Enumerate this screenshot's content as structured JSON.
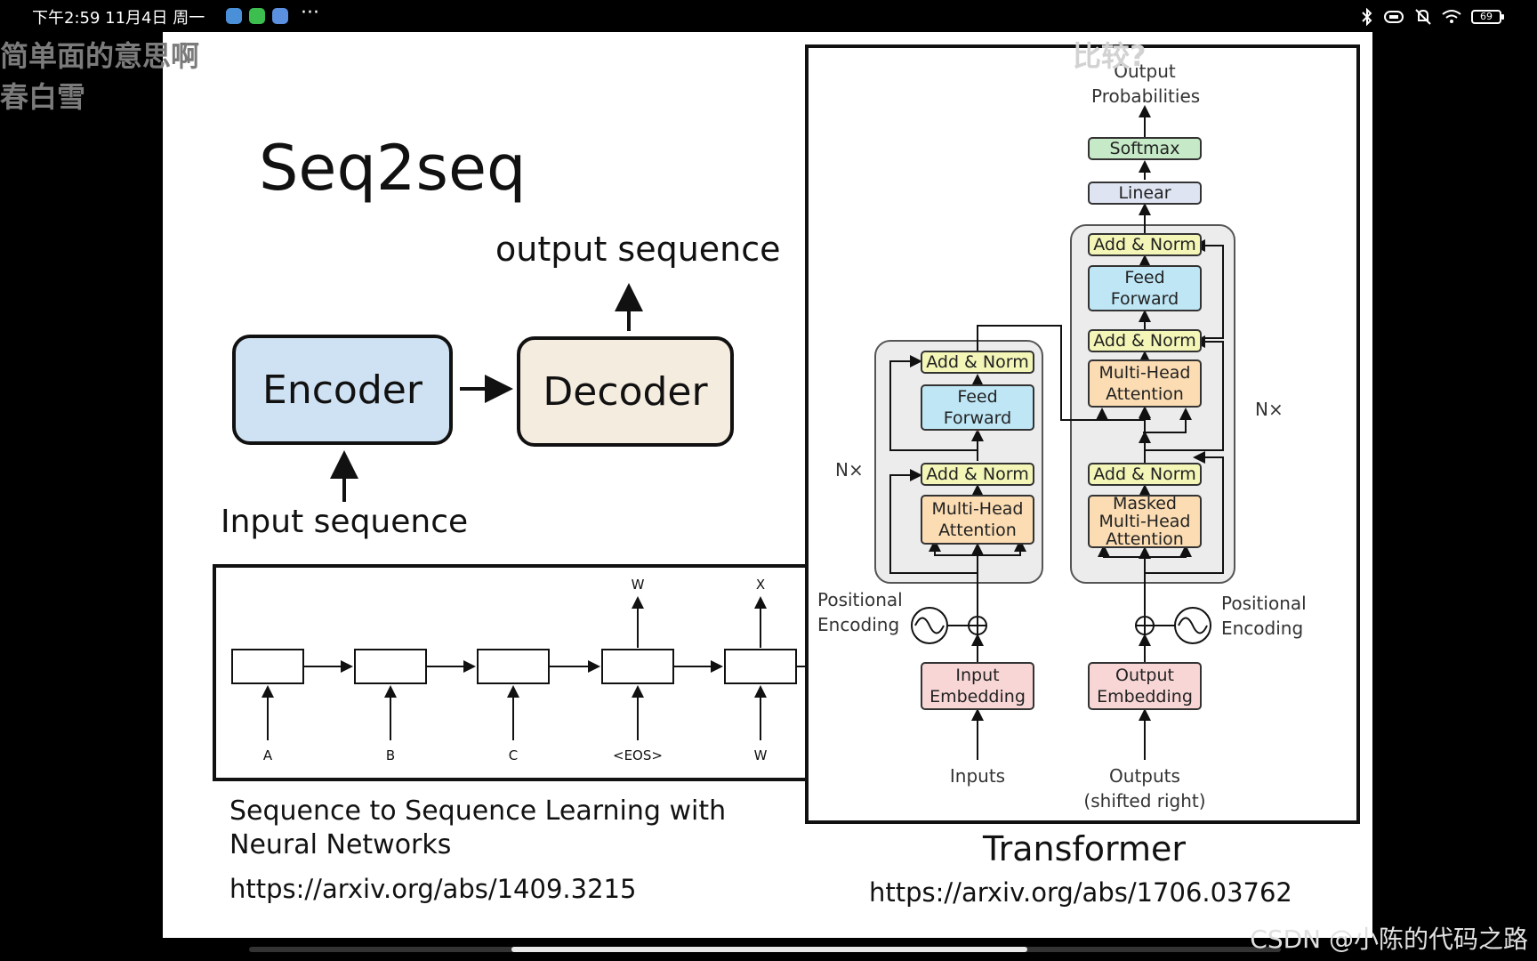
{
  "status_bar": {
    "time": "下午2:59 11月4日 周一",
    "more": "···",
    "battery": "69"
  },
  "comments": [
    "简单面的意思啊",
    "春白雪",
    "比较?"
  ],
  "slide": {
    "title": "Seq2seq",
    "output_sequence": "output sequence",
    "input_sequence": "Input sequence",
    "encoder": "Encoder",
    "decoder": "Decoder",
    "rnn": {
      "inputs": [
        "A",
        "B",
        "C",
        "<EOS>",
        "W"
      ],
      "outputs": [
        "W",
        "X"
      ]
    },
    "paper_title_line1": "Sequence to Sequence Learning with",
    "paper_title_line2": "Neural Networks",
    "paper_link": "https://arxiv.org/abs/1409.3215",
    "transformer_title": "Transformer",
    "transformer_link": "https://arxiv.org/abs/1706.03762"
  },
  "transformer": {
    "output_probabilities_line1": "Output",
    "output_probabilities_line2": "Probabilities",
    "softmax": "Softmax",
    "linear": "Linear",
    "add_norm": "Add & Norm",
    "feed_forward_line1": "Feed",
    "feed_forward_line2": "Forward",
    "mha_line1": "Multi-Head",
    "mha_line2": "Attention",
    "masked": "Masked",
    "nx": "N×",
    "positional_line1": "Positional",
    "positional_line2": "Encoding",
    "input_embedding_line1": "Input",
    "input_embedding_line2": "Embedding",
    "output_embedding_line1": "Output",
    "output_embedding_line2": "Embedding",
    "inputs": "Inputs",
    "outputs_line1": "Outputs",
    "outputs_line2": "(shifted right)"
  },
  "watermark": "CSDN @小陈的代码之路",
  "colors": {
    "encoder": "#cfe2f3",
    "decoder": "#f5ece0",
    "add_norm": "#f3f6b7",
    "feed_forward": "#bee6f5",
    "attention": "#fbdcb3",
    "embedding": "#f8d6d6",
    "softmax": "#c6e9c7",
    "linear": "#dfe4f3"
  }
}
